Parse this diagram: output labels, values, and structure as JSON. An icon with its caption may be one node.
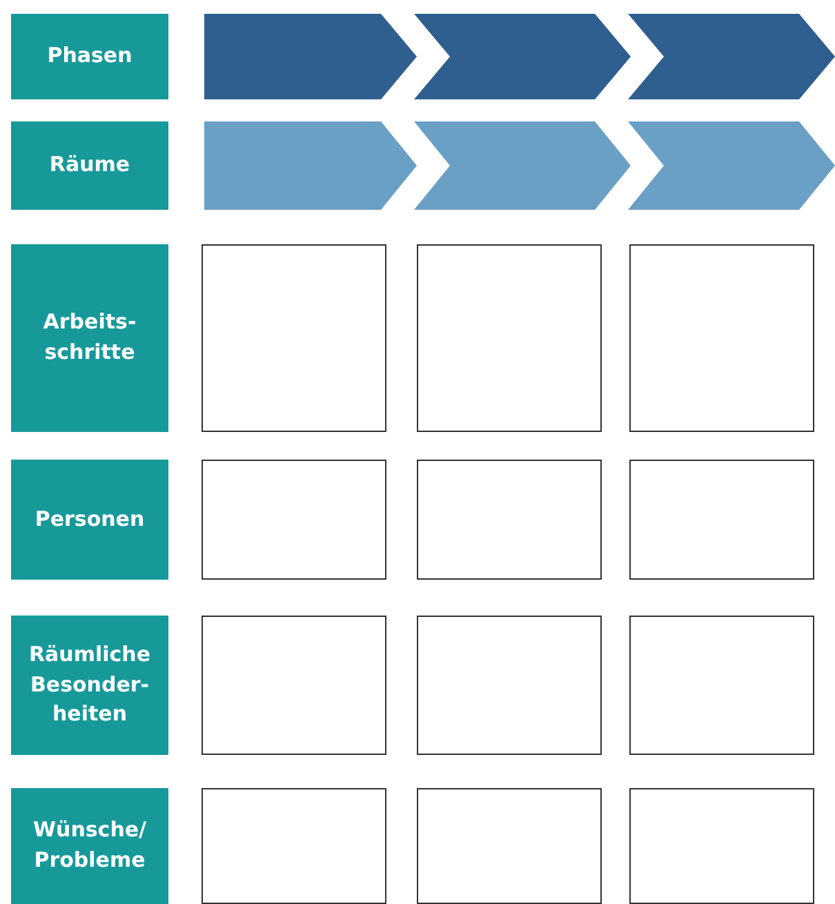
{
  "diagram": {
    "nodes": [
      {
        "text": [
          "Phasen"
        ]
      },
      {
        "text": [],
        "shape": "chevron"
      },
      {
        "text": [],
        "shape": "chevron"
      },
      {
        "text": [],
        "shape": "chevron"
      },
      {
        "text": [
          "Räume"
        ]
      },
      {
        "text": [],
        "shape": "chevron"
      },
      {
        "text": [],
        "shape": "chevron"
      },
      {
        "text": [],
        "shape": "chevron"
      },
      {
        "text": [
          "Arbeits- schritte"
        ]
      },
      {
        "text": [],
        "shape": "box"
      },
      {
        "text": [],
        "shape": "box"
      },
      {
        "text": [],
        "shape": "box"
      },
      {
        "text": [
          "Personen"
        ]
      },
      {
        "text": [],
        "shape": "box"
      },
      {
        "text": [],
        "shape": "box"
      },
      {
        "text": [],
        "shape": "box"
      },
      {
        "text": [
          "Räumliche Besonder- heiten"
        ]
      },
      {
        "text": [],
        "shape": "box"
      },
      {
        "text": [],
        "shape": "box"
      },
      {
        "text": [],
        "shape": "box"
      },
      {
        "text": [
          "Wünsche/ Probleme"
        ]
      },
      {
        "text": [],
        "shape": "box"
      },
      {
        "text": [],
        "shape": "box"
      },
      {
        "text": [],
        "shape": "box"
      }
    ]
  }
}
